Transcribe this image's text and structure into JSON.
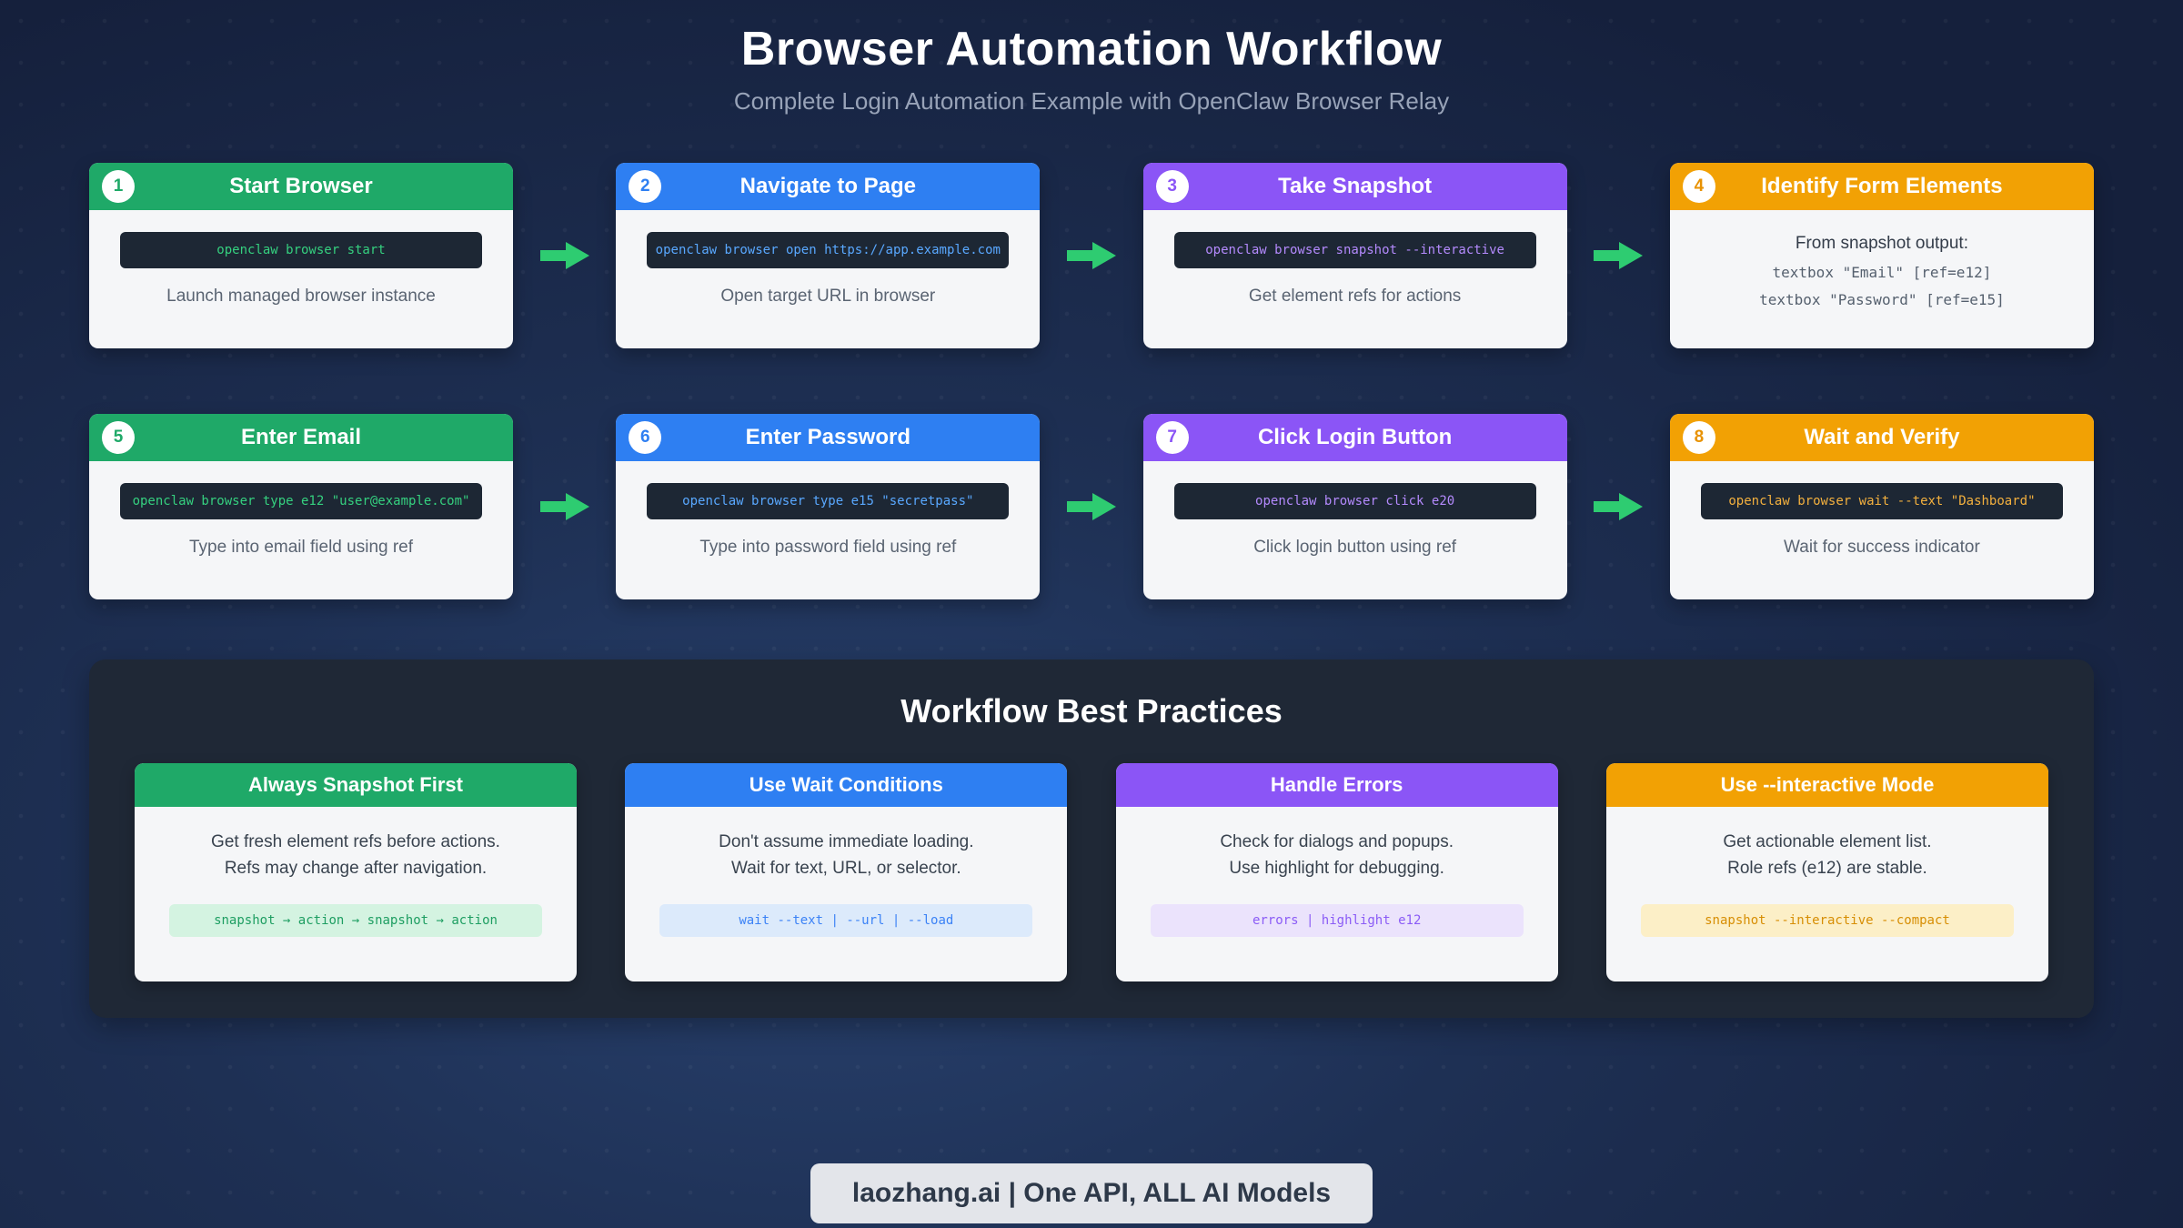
{
  "page": {
    "title": "Browser Automation Workflow",
    "subtitle": "Complete Login Automation Example with OpenClaw Browser Relay"
  },
  "colors": {
    "green": "#1fa968",
    "blue": "#2e7ff2",
    "purple": "#8b55f6",
    "orange": "#f2a104",
    "arrow_green": "#2ecc71",
    "card_body": "#f5f6f8",
    "code_box_bg": "#1d2734",
    "panel_bg": "#1f2836"
  },
  "steps": [
    {
      "number": "1",
      "color": "green",
      "title": "Start Browser",
      "command": "openclaw browser start",
      "caption": "Launch managed browser instance"
    },
    {
      "number": "2",
      "color": "blue",
      "title": "Navigate to Page",
      "command": "openclaw browser open https://app.example.com",
      "caption": "Open target URL in browser"
    },
    {
      "number": "3",
      "color": "purple",
      "title": "Take Snapshot",
      "command": "openclaw browser snapshot --interactive",
      "caption": "Get element refs for actions"
    },
    {
      "number": "4",
      "color": "orange",
      "title": "Identify Form Elements",
      "intro": "From snapshot output:",
      "lines": [
        "textbox \"Email\" [ref=e12]",
        "textbox \"Password\" [ref=e15]"
      ]
    },
    {
      "number": "5",
      "color": "green",
      "title": "Enter Email",
      "command": "openclaw browser type e12 \"user@example.com\"",
      "caption": "Type into email field using ref"
    },
    {
      "number": "6",
      "color": "blue",
      "title": "Enter Password",
      "command": "openclaw browser type e15 \"secretpass\"",
      "caption": "Type into password field using ref"
    },
    {
      "number": "7",
      "color": "purple",
      "title": "Click Login Button",
      "command": "openclaw browser click e20",
      "caption": "Click login button using ref"
    },
    {
      "number": "8",
      "color": "orange",
      "title": "Wait and Verify",
      "command": "openclaw browser wait --text \"Dashboard\"",
      "caption": "Wait for success indicator"
    }
  ],
  "best_practices": {
    "title": "Workflow Best Practices",
    "cards": [
      {
        "color": "green",
        "title": "Always Snapshot First",
        "line1": "Get fresh element refs before actions.",
        "line2": "Refs may change after navigation.",
        "chip": "snapshot → action → snapshot → action"
      },
      {
        "color": "blue",
        "title": "Use Wait Conditions",
        "line1": "Don't assume immediate loading.",
        "line2": "Wait for text, URL, or selector.",
        "chip": "wait --text | --url | --load"
      },
      {
        "color": "purple",
        "title": "Handle Errors",
        "line1": "Check for dialogs and popups.",
        "line2": "Use highlight for debugging.",
        "chip": "errors | highlight e12"
      },
      {
        "color": "orange",
        "title": "Use --interactive Mode",
        "line1": "Get actionable element list.",
        "line2": "Role refs (e12) are stable.",
        "chip": "snapshot --interactive --compact"
      }
    ]
  },
  "footer": {
    "badge": "laozhang.ai | One API, ALL AI Models"
  }
}
